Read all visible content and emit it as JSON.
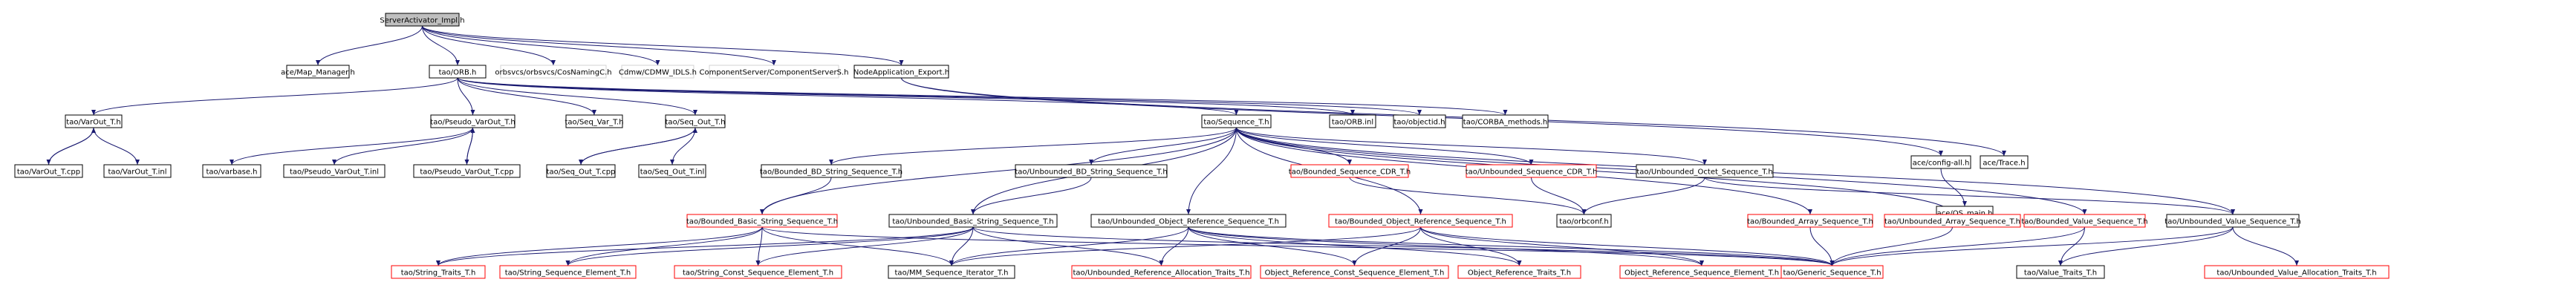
{
  "colors": {
    "root_fill": "#bfbfbf",
    "node_border": "#000000",
    "missing_border": "#d3d3d3",
    "red_border": "#ff0000",
    "edge": "#191970"
  },
  "nodes": [
    {
      "id": "root",
      "label": "ServerActivator_Impl.h",
      "style": "root"
    },
    {
      "id": "ace_map",
      "label": "ace/Map_Manager.h",
      "style": "normal"
    },
    {
      "id": "tao_orb",
      "label": "tao/ORB.h",
      "style": "normal"
    },
    {
      "id": "cosnaming",
      "label": "orbsvcs/orbsvcs/CosNamingC.h",
      "style": "missing"
    },
    {
      "id": "cdmw",
      "label": "Cdmw/CDMW_IDLS.h",
      "style": "missing"
    },
    {
      "id": "compserv",
      "label": "ComponentServer/ComponentServerS.h",
      "style": "missing"
    },
    {
      "id": "nodeapp",
      "label": "NodeApplication_Export.h",
      "style": "normal"
    },
    {
      "id": "varout",
      "label": "tao/VarOut_T.h",
      "style": "normal"
    },
    {
      "id": "pseudo_varout",
      "label": "tao/Pseudo_VarOut_T.h",
      "style": "normal"
    },
    {
      "id": "seq_var",
      "label": "tao/Seq_Var_T.h",
      "style": "normal"
    },
    {
      "id": "seq_out",
      "label": "tao/Seq_Out_T.h",
      "style": "normal"
    },
    {
      "id": "sequence",
      "label": "tao/Sequence_T.h",
      "style": "normal"
    },
    {
      "id": "orb_inl",
      "label": "tao/ORB.inl",
      "style": "normal"
    },
    {
      "id": "objectid",
      "label": "tao/objectid.h",
      "style": "normal"
    },
    {
      "id": "corba_methods",
      "label": "tao/CORBA_methods.h",
      "style": "normal"
    },
    {
      "id": "config_all",
      "label": "ace/config-all.h",
      "style": "normal"
    },
    {
      "id": "ace_trace",
      "label": "ace/Trace.h",
      "style": "normal"
    },
    {
      "id": "os_main",
      "label": "ace/OS_main.h",
      "style": "normal"
    },
    {
      "id": "varout_cpp",
      "label": "tao/VarOut_T.cpp",
      "style": "normal"
    },
    {
      "id": "varout_inl",
      "label": "tao/VarOut_T.inl",
      "style": "normal"
    },
    {
      "id": "varbase",
      "label": "tao/varbase.h",
      "style": "normal"
    },
    {
      "id": "pseudo_inl",
      "label": "tao/Pseudo_VarOut_T.inl",
      "style": "normal"
    },
    {
      "id": "pseudo_cpp",
      "label": "tao/Pseudo_VarOut_T.cpp",
      "style": "normal"
    },
    {
      "id": "seq_out_cpp",
      "label": "tao/Seq_Out_T.cpp",
      "style": "normal"
    },
    {
      "id": "seq_out_inl",
      "label": "tao/Seq_Out_T.inl",
      "style": "normal"
    },
    {
      "id": "bounded_bd",
      "label": "tao/Bounded_BD_String_Sequence_T.h",
      "style": "normal"
    },
    {
      "id": "unbounded_bd",
      "label": "tao/Unbounded_BD_String_Sequence_T.h",
      "style": "normal"
    },
    {
      "id": "bounded_seq_cdr",
      "label": "tao/Bounded_Sequence_CDR_T.h",
      "style": "red"
    },
    {
      "id": "unbounded_seq_cdr",
      "label": "tao/Unbounded_Sequence_CDR_T.h",
      "style": "red"
    },
    {
      "id": "unbounded_octet",
      "label": "tao/Unbounded_Octet_Sequence_T.h",
      "style": "normal"
    },
    {
      "id": "bounded_basic",
      "label": "tao/Bounded_Basic_String_Sequence_T.h",
      "style": "red"
    },
    {
      "id": "unbounded_basic",
      "label": "tao/Unbounded_Basic_String_Sequence_T.h",
      "style": "normal"
    },
    {
      "id": "unbounded_objref",
      "label": "tao/Unbounded_Object_Reference_Sequence_T.h",
      "style": "normal"
    },
    {
      "id": "bounded_objref",
      "label": "tao/Bounded_Object_Reference_Sequence_T.h",
      "style": "red"
    },
    {
      "id": "orbconf",
      "label": "tao/orbconf.h",
      "style": "normal"
    },
    {
      "id": "bounded_array",
      "label": "tao/Bounded_Array_Sequence_T.h",
      "style": "red"
    },
    {
      "id": "unbounded_array",
      "label": "tao/Unbounded_Array_Sequence_T.h",
      "style": "red"
    },
    {
      "id": "bounded_value",
      "label": "tao/Bounded_Value_Sequence_T.h",
      "style": "red"
    },
    {
      "id": "unbounded_value",
      "label": "tao/Unbounded_Value_Sequence_T.h",
      "style": "normal"
    },
    {
      "id": "string_traits",
      "label": "tao/String_Traits_T.h",
      "style": "red"
    },
    {
      "id": "string_seq_elem",
      "label": "tao/String_Sequence_Element_T.h",
      "style": "red"
    },
    {
      "id": "string_const_seq_elem",
      "label": "tao/String_Const_Sequence_Element_T.h",
      "style": "red"
    },
    {
      "id": "mm_seq_iter",
      "label": "tao/MM_Sequence_Iterator_T.h",
      "style": "normal"
    },
    {
      "id": "unbounded_ref_alloc",
      "label": "tao/Unbounded_Reference_Allocation_Traits_T.h",
      "style": "red"
    },
    {
      "id": "objref_const_elem",
      "label": "Object_Reference_Const_Sequence_Element_T.h",
      "style": "red"
    },
    {
      "id": "objref_traits",
      "label": "Object_Reference_Traits_T.h",
      "style": "red"
    },
    {
      "id": "objref_seq_elem",
      "label": "Object_Reference_Sequence_Element_T.h",
      "style": "red"
    },
    {
      "id": "generic_seq",
      "label": "tao/Generic_Sequence_T.h",
      "style": "red"
    },
    {
      "id": "value_traits",
      "label": "tao/Value_Traits_T.h",
      "style": "normal"
    },
    {
      "id": "unbounded_value_alloc",
      "label": "tao/Unbounded_Value_Allocation_Traits_T.h",
      "style": "red"
    }
  ],
  "edges": [
    [
      "root",
      "ace_map"
    ],
    [
      "root",
      "tao_orb"
    ],
    [
      "root",
      "cosnaming"
    ],
    [
      "root",
      "cdmw"
    ],
    [
      "root",
      "compserv"
    ],
    [
      "root",
      "nodeapp"
    ],
    [
      "tao_orb",
      "varout"
    ],
    [
      "tao_orb",
      "pseudo_varout"
    ],
    [
      "tao_orb",
      "seq_var"
    ],
    [
      "tao_orb",
      "seq_out"
    ],
    [
      "tao_orb",
      "sequence"
    ],
    [
      "tao_orb",
      "orb_inl"
    ],
    [
      "tao_orb",
      "objectid"
    ],
    [
      "tao_orb",
      "corba_methods"
    ],
    [
      "nodeapp",
      "config_all"
    ],
    [
      "nodeapp",
      "ace_trace"
    ],
    [
      "config_all",
      "os_main"
    ],
    [
      "varout",
      "varout_cpp"
    ],
    [
      "varout_cpp",
      "varout"
    ],
    [
      "varout",
      "varout_inl"
    ],
    [
      "pseudo_varout",
      "varbase"
    ],
    [
      "pseudo_varout",
      "pseudo_inl"
    ],
    [
      "pseudo_varout",
      "pseudo_cpp"
    ],
    [
      "pseudo_cpp",
      "pseudo_varout"
    ],
    [
      "seq_out",
      "seq_out_cpp"
    ],
    [
      "seq_out_cpp",
      "seq_out"
    ],
    [
      "seq_out",
      "seq_out_inl"
    ],
    [
      "sequence",
      "bounded_bd"
    ],
    [
      "sequence",
      "unbounded_bd"
    ],
    [
      "sequence",
      "bounded_seq_cdr"
    ],
    [
      "sequence",
      "unbounded_seq_cdr"
    ],
    [
      "sequence",
      "unbounded_octet"
    ],
    [
      "sequence",
      "bounded_basic"
    ],
    [
      "sequence",
      "unbounded_basic"
    ],
    [
      "sequence",
      "unbounded_objref"
    ],
    [
      "sequence",
      "bounded_objref"
    ],
    [
      "sequence",
      "bounded_array"
    ],
    [
      "sequence",
      "unbounded_array"
    ],
    [
      "sequence",
      "bounded_value"
    ],
    [
      "sequence",
      "unbounded_value"
    ],
    [
      "bounded_bd",
      "bounded_basic"
    ],
    [
      "unbounded_bd",
      "unbounded_basic"
    ],
    [
      "bounded_seq_cdr",
      "orbconf"
    ],
    [
      "unbounded_seq_cdr",
      "orbconf"
    ],
    [
      "unbounded_octet",
      "orbconf"
    ],
    [
      "unbounded_octet",
      "unbounded_value"
    ],
    [
      "bounded_basic",
      "string_traits"
    ],
    [
      "bounded_basic",
      "string_seq_elem"
    ],
    [
      "bounded_basic",
      "string_const_seq_elem"
    ],
    [
      "bounded_basic",
      "mm_seq_iter"
    ],
    [
      "bounded_basic",
      "generic_seq"
    ],
    [
      "unbounded_basic",
      "string_traits"
    ],
    [
      "unbounded_basic",
      "string_seq_elem"
    ],
    [
      "unbounded_basic",
      "string_const_seq_elem"
    ],
    [
      "unbounded_basic",
      "mm_seq_iter"
    ],
    [
      "unbounded_basic",
      "unbounded_ref_alloc"
    ],
    [
      "unbounded_basic",
      "generic_seq"
    ],
    [
      "unbounded_objref",
      "mm_seq_iter"
    ],
    [
      "unbounded_objref",
      "unbounded_ref_alloc"
    ],
    [
      "unbounded_objref",
      "objref_const_elem"
    ],
    [
      "unbounded_objref",
      "objref_traits"
    ],
    [
      "unbounded_objref",
      "objref_seq_elem"
    ],
    [
      "unbounded_objref",
      "generic_seq"
    ],
    [
      "bounded_objref",
      "mm_seq_iter"
    ],
    [
      "bounded_objref",
      "objref_const_elem"
    ],
    [
      "bounded_objref",
      "objref_traits"
    ],
    [
      "bounded_objref",
      "objref_seq_elem"
    ],
    [
      "bounded_objref",
      "generic_seq"
    ],
    [
      "bounded_array",
      "generic_seq"
    ],
    [
      "unbounded_array",
      "generic_seq"
    ],
    [
      "bounded_value",
      "generic_seq"
    ],
    [
      "bounded_value",
      "value_traits"
    ],
    [
      "unbounded_value",
      "generic_seq"
    ],
    [
      "unbounded_value",
      "value_traits"
    ],
    [
      "unbounded_value",
      "unbounded_value_alloc"
    ]
  ]
}
